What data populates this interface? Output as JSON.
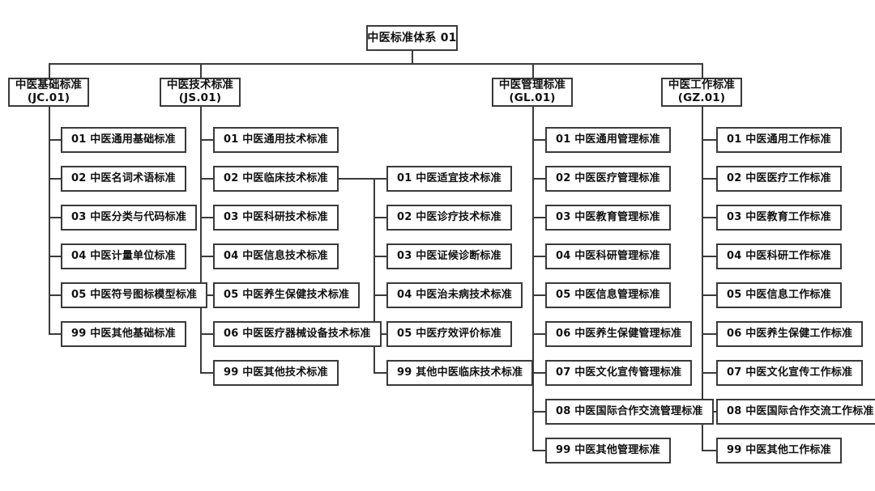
{
  "diagram": {
    "title": "中医标准体系",
    "root": {
      "label": "中医标准体系 01"
    },
    "branches": [
      {
        "id": "jc",
        "name_line1": "中医基础标准",
        "name_line2": "(JC.01)",
        "items": [
          {
            "code": "01",
            "label": "01 中医通用基础标准"
          },
          {
            "code": "02",
            "label": "02 中医名词术语标准"
          },
          {
            "code": "03",
            "label": "03 中医分类与代码标准"
          },
          {
            "code": "04",
            "label": "04 中医计量单位标准"
          },
          {
            "code": "05",
            "label": "05 中医符号图标模型标准"
          },
          {
            "code": "99",
            "label": "99 中医其他基础标准"
          }
        ]
      },
      {
        "id": "js",
        "name_line1": "中医技术标准",
        "name_line2": "(JS.01)",
        "items": [
          {
            "code": "01",
            "label": "01 中医通用技术标准"
          },
          {
            "code": "02",
            "label": "02 中医临床技术标准"
          },
          {
            "code": "03",
            "label": "03 中医科研技术标准"
          },
          {
            "code": "04",
            "label": "04 中医信息技术标准"
          },
          {
            "code": "05",
            "label": "05 中医养生保健技术标准"
          },
          {
            "code": "06",
            "label": "06 中医医疗器械设备技术标准"
          },
          {
            "code": "99",
            "label": "99 中医其他技术标准"
          }
        ],
        "sub_of_item": "02 中医临床技术标准",
        "sub_items": [
          {
            "code": "01",
            "label": "01 中医适宜技术标准"
          },
          {
            "code": "02",
            "label": "02 中医诊疗技术标准"
          },
          {
            "code": "03",
            "label": "03 中医证候诊断标准"
          },
          {
            "code": "04",
            "label": "04 中医治未病技术标准"
          },
          {
            "code": "05",
            "label": "05 中医疗效评价标准"
          },
          {
            "code": "99",
            "label": "99 其他中医临床技术标准"
          }
        ]
      },
      {
        "id": "gl",
        "name_line1": "中医管理标准",
        "name_line2": "(GL.01)",
        "items": [
          {
            "code": "01",
            "label": "01 中医通用管理标准"
          },
          {
            "code": "02",
            "label": "02 中医医疗管理标准"
          },
          {
            "code": "03",
            "label": "03 中医教育管理标准"
          },
          {
            "code": "04",
            "label": "04 中医科研管理标准"
          },
          {
            "code": "05",
            "label": "05 中医信息管理标准"
          },
          {
            "code": "06",
            "label": "06 中医养生保健管理标准"
          },
          {
            "code": "07",
            "label": "07 中医文化宣传管理标准"
          },
          {
            "code": "08",
            "label": "08 中医国际合作交流管理标准"
          },
          {
            "code": "99",
            "label": "99 中医其他管理标准"
          }
        ]
      },
      {
        "id": "gz",
        "name_line1": "中医工作标准",
        "name_line2": "(GZ.01)",
        "items": [
          {
            "code": "01",
            "label": "01 中医通用工作标准"
          },
          {
            "code": "02",
            "label": "02 中医医疗工作标准"
          },
          {
            "code": "03",
            "label": "03 中医教育工作标准"
          },
          {
            "code": "04",
            "label": "04 中医科研工作标准"
          },
          {
            "code": "05",
            "label": "05 中医信息工作标准"
          },
          {
            "code": "06",
            "label": "06 中医养生保健工作标准"
          },
          {
            "code": "07",
            "label": "07 中医文化宣传工作标准"
          },
          {
            "code": "08",
            "label": "08 中医国际合作交流工作标准"
          },
          {
            "code": "99",
            "label": "99 中医其他工作标准"
          }
        ]
      }
    ],
    "colors": {
      "border": "#3a3a3a",
      "text": "#101010",
      "background": "#ffffff"
    }
  }
}
